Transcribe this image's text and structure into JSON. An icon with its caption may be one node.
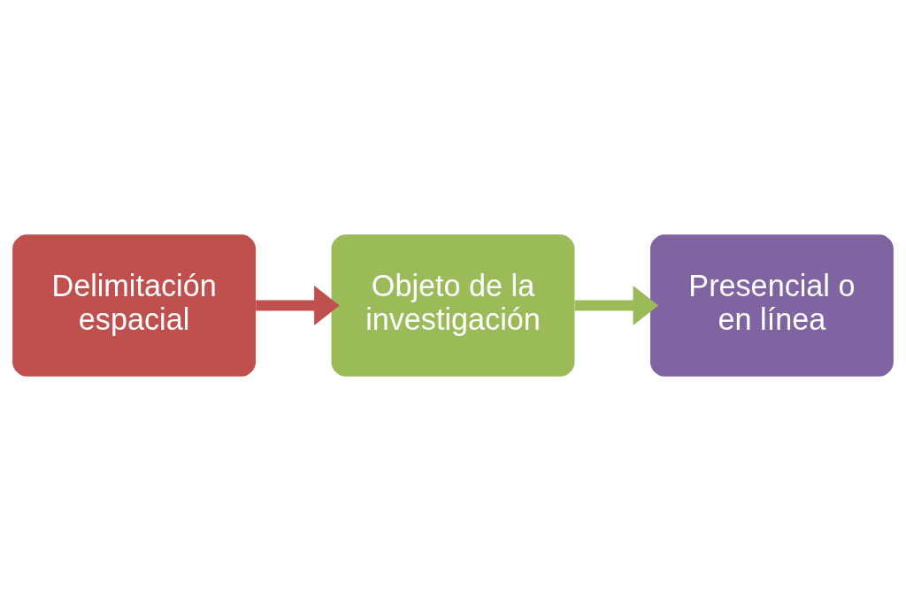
{
  "diagram": {
    "nodes": [
      {
        "text": [
          "Delimitación espacial"
        ]
      },
      {
        "text": [
          "Objeto de la investigación"
        ]
      },
      {
        "text": [
          "Presencial o en línea"
        ]
      }
    ],
    "edges": [
      {
        "from": 0,
        "to": 1,
        "arrow": "to",
        "color": "#c0504d"
      },
      {
        "from": 1,
        "to": 2,
        "arrow": "to",
        "color": "#9bbb59"
      }
    ]
  }
}
